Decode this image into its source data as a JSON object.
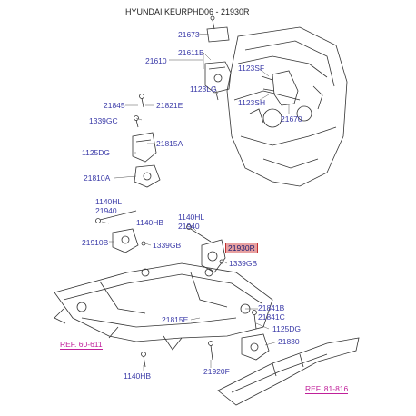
{
  "title": "HYUNDAI KEURPHD06 - 21930R",
  "labels": {
    "p21673": "21673",
    "p21611B": "21611B",
    "p21610": "21610",
    "p1123LG": "1123LG",
    "p1123SF": "1123SF",
    "p1123SH": "1123SH",
    "p21670": "21670",
    "p21845": "21845",
    "p21821E": "21821E",
    "p1339GC": "1339GC",
    "p1125DG_a": "1125DG",
    "p21815A": "21815A",
    "p21810A": "21810A",
    "p1140HL_a": "1140HL",
    "p21940_a": "21940",
    "p1140HB_a": "1140HB",
    "p1140HL_b": "1140HL",
    "p21940_b": "21940",
    "p21910B": "21910B",
    "p1339GB_a": "1339GB",
    "p21930R": "21930R",
    "p1339GB_b": "1339GB",
    "p21841B": "21841B",
    "p21841C": "21841C",
    "p21815E": "21815E",
    "p1125DG_b": "1125DG",
    "p21830": "21830",
    "p1140HB_b": "1140HB",
    "p21920F": "21920F"
  },
  "refs": {
    "ref_left": "REF. 60-611",
    "ref_right": "REF. 81-816"
  },
  "colors": {
    "label_blue": "#3a3aa8",
    "highlight_red": "#e8a0a0",
    "ref_magenta": "#c0209a"
  }
}
